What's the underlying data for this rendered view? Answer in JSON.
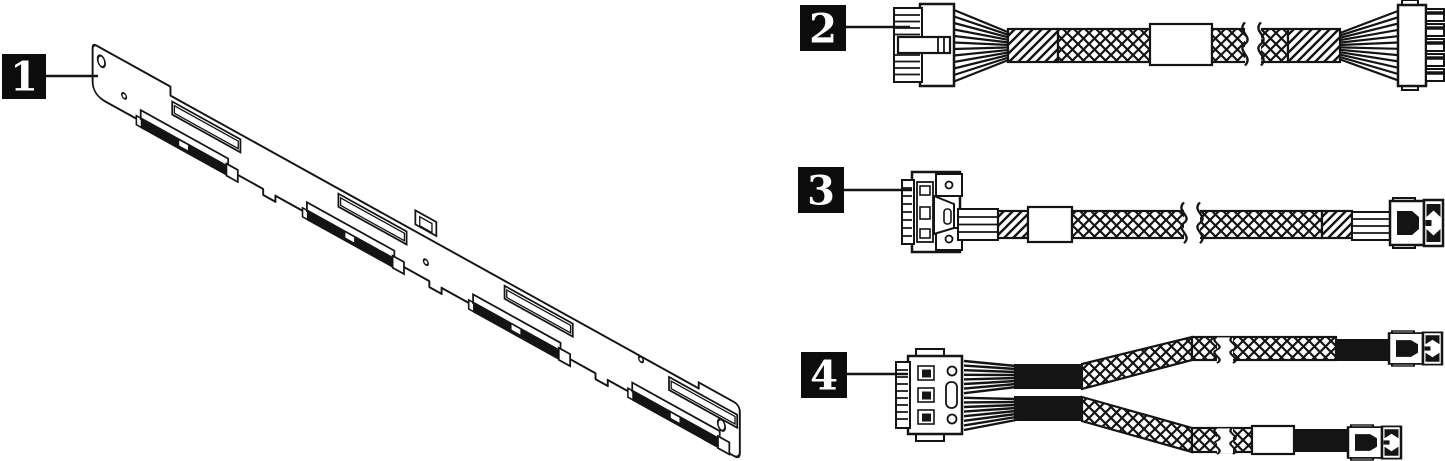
{
  "figure": {
    "background_color": "#ffffff",
    "ink_color": "#141414",
    "badge_color": "#0c0c0c",
    "badge_text_color": "#ffffff",
    "callouts": [
      {
        "number": "1",
        "item": "drive-backplane"
      },
      {
        "number": "2",
        "item": "power-cable"
      },
      {
        "number": "3",
        "item": "signal-cable"
      },
      {
        "number": "4",
        "item": "y-split-signal-cable"
      }
    ]
  }
}
